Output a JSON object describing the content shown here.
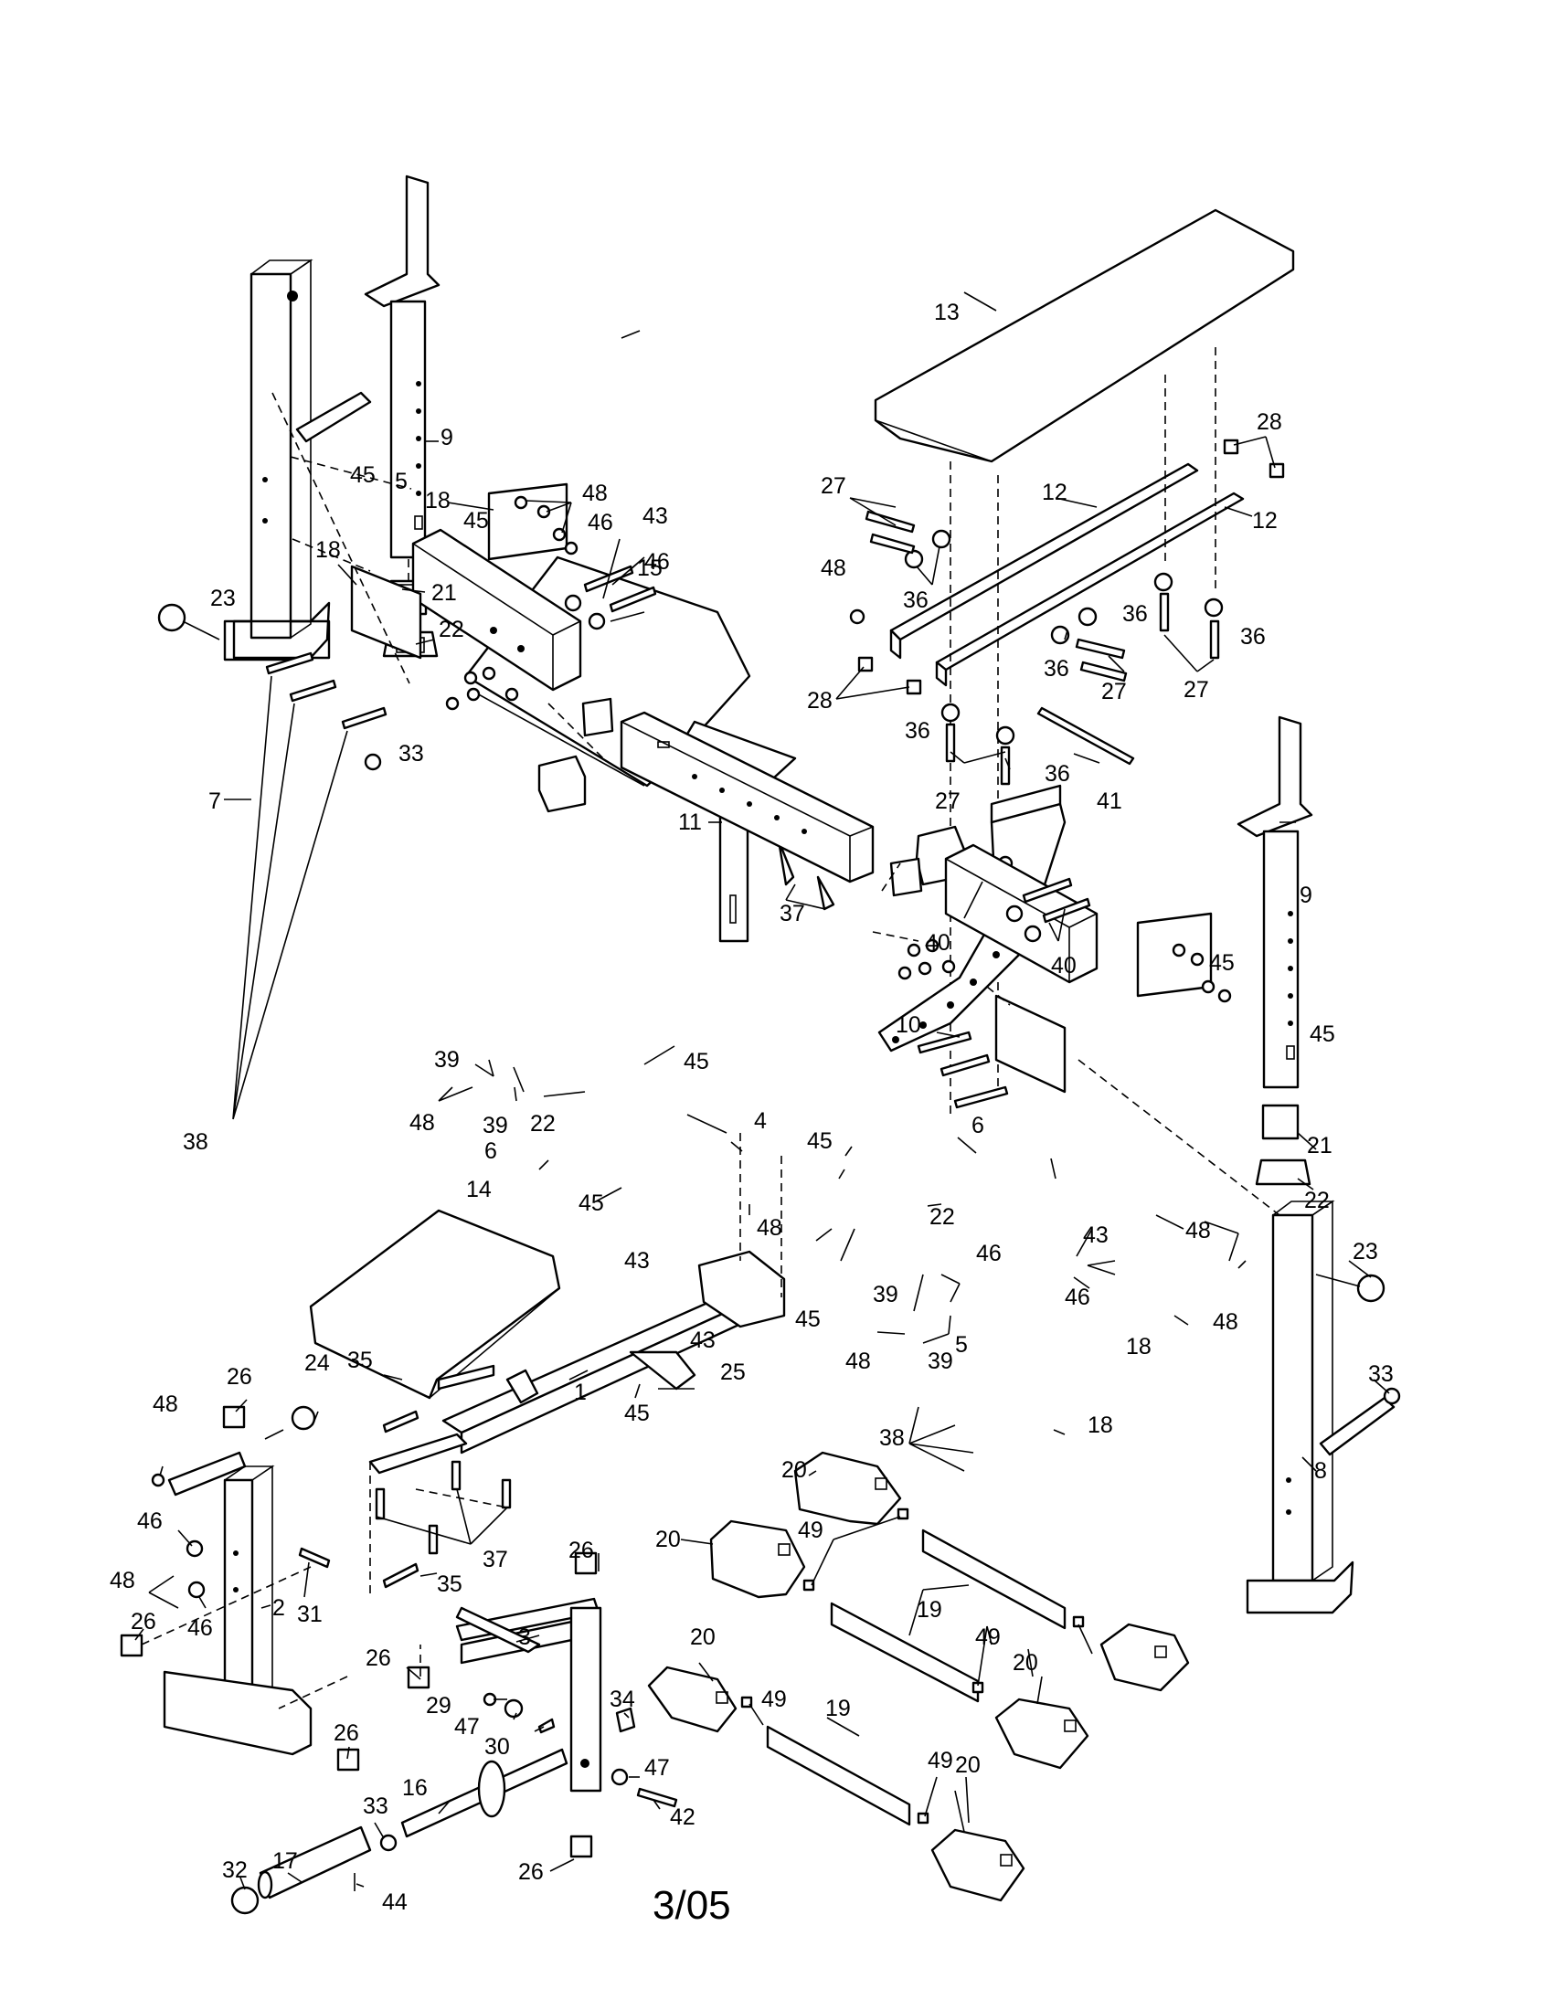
{
  "callouts": {
    "c1": "1",
    "c2": "2",
    "c3": "3",
    "c4": "4",
    "c5a": "5",
    "c5b": "5",
    "c6a": "6",
    "c6b": "6",
    "c7": "7",
    "c8": "8",
    "c9a": "9",
    "c9b": "9",
    "c10": "10",
    "c11": "11",
    "c12a": "12",
    "c12b": "12",
    "c13": "13",
    "c14": "14",
    "c15": "15",
    "c16": "16",
    "c17": "17",
    "c18a": "18",
    "c18b": "18",
    "c18c": "18",
    "c18d": "18",
    "c19a": "19",
    "c19b": "19",
    "c20a": "20",
    "c20b": "20",
    "c20c": "20",
    "c20d": "20",
    "c20e": "20",
    "c21a": "21",
    "c21b": "21",
    "c22a": "22",
    "c22b": "22",
    "c22c": "22",
    "c22d": "22",
    "c23a": "23",
    "c23b": "23",
    "c24": "24",
    "c25": "25",
    "c26a": "26",
    "c26b": "26",
    "c26c": "26",
    "c26d": "26",
    "c26e": "26",
    "c26f": "26",
    "c27a": "27",
    "c27b": "27",
    "c27c": "27",
    "c27d": "27",
    "c28a": "28",
    "c28b": "28",
    "c29": "29",
    "c30": "30",
    "c31": "31",
    "c32": "32",
    "c33a": "33",
    "c33b": "33",
    "c33c": "33",
    "c34": "34",
    "c35a": "35",
    "c35b": "35",
    "c36a": "36",
    "c36b": "36",
    "c36c": "36",
    "c36d": "36",
    "c36e": "36",
    "c36f": "36",
    "c37a": "37",
    "c37b": "37",
    "c38a": "38",
    "c38b": "38",
    "c39a": "39",
    "c39b": "39",
    "c39c": "39",
    "c39d": "39",
    "c40a": "40",
    "c40b": "40",
    "c41": "41",
    "c42": "42",
    "c43a": "43",
    "c43b": "43",
    "c43c": "43",
    "c43d": "43",
    "c44": "44",
    "c45a": "45",
    "c45b": "45",
    "c45c": "45",
    "c45d": "45",
    "c45e": "45",
    "c45f": "45",
    "c45g": "45",
    "c45h": "45",
    "c45i": "45",
    "c46a": "46",
    "c46b": "46",
    "c46c": "46",
    "c46d": "46",
    "c46e": "46",
    "c46f": "46",
    "c47a": "47",
    "c47b": "47",
    "c48a": "48",
    "c48b": "48",
    "c48c": "48",
    "c48d": "48",
    "c48e": "48",
    "c48f": "48",
    "c48g": "48",
    "c48h": "48",
    "c49a": "49",
    "c49b": "49",
    "c49c": "49",
    "c49d": "49"
  },
  "footer": {
    "date_code": "3/05"
  }
}
